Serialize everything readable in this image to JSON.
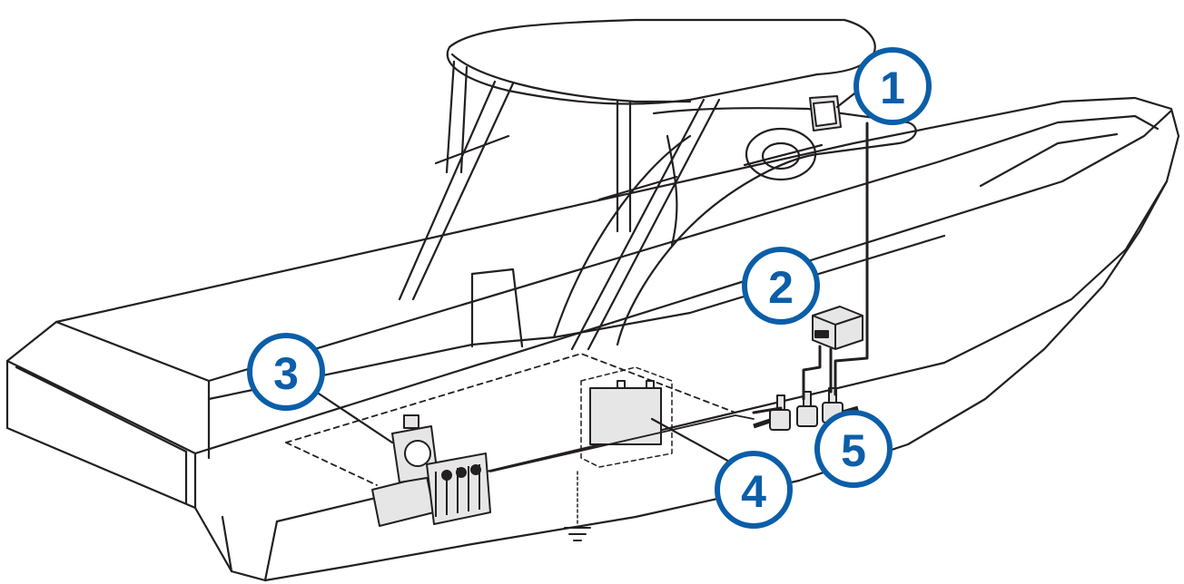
{
  "callouts": [
    {
      "label": "1"
    },
    {
      "label": "2"
    },
    {
      "label": "3"
    },
    {
      "label": "4"
    },
    {
      "label": "5"
    }
  ],
  "colors": {
    "callout_stroke": "#0b5ea8",
    "callout_text": "#0b5ea8",
    "outline": "#231f20",
    "wiring": "#231f20",
    "equipment_fill": "#e6e6e6"
  },
  "icons": {
    "ground": "ground-symbol-icon",
    "display": "chartplotter-icon",
    "battery": "battery-icon"
  }
}
